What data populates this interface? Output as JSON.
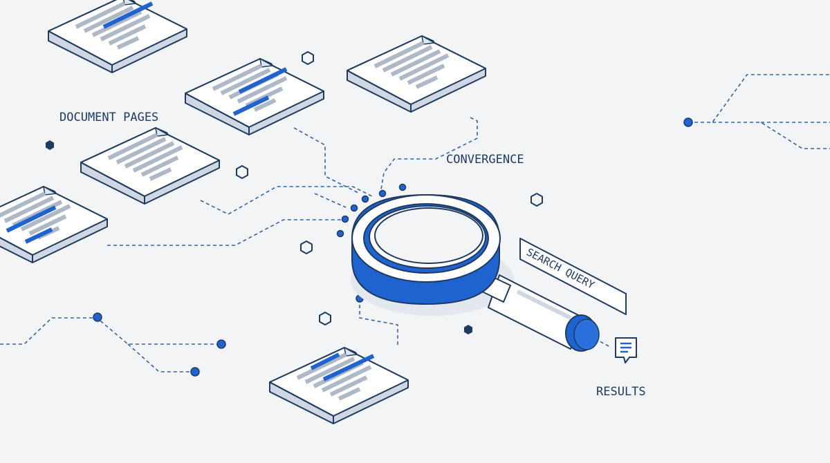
{
  "labels": {
    "document_pages": "DOCUMENT PAGES",
    "convergence": "CONVERGENCE",
    "search_query": "SEARCH QUERY",
    "results": "RESULTS"
  },
  "colors": {
    "background": "#f3f4f6",
    "accent_blue": "#1f63d1",
    "outline_navy": "#1e3a5f",
    "connector_blue": "#2f63a8",
    "highlight_blue": "#2563c9",
    "text_line_gray": "#aeb8c6"
  },
  "icons": [
    "document-icon",
    "magnifying-glass-icon",
    "chat-bubble-icon",
    "hexagon-icon",
    "node-dot-icon"
  ]
}
